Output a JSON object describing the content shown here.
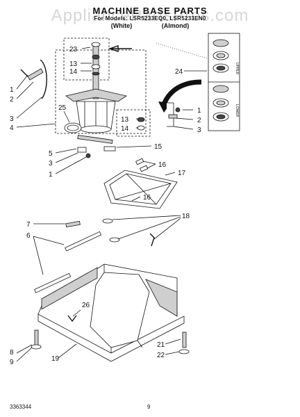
{
  "watermark": "AppliancePartsPros.com",
  "header": {
    "title": "MACHINE BASE PARTS",
    "models": "For Models: LSR5233EQ0, LSR5233EN0",
    "colors": "(White) (Almond)"
  },
  "footer": {
    "doc_number": "3363344",
    "page_number": "9"
  },
  "inset": {
    "label_top": "UPPER",
    "label_bottom": "LOWER"
  },
  "callouts": [
    "1",
    "2",
    "3",
    "4",
    "5",
    "6",
    "7",
    "8",
    "9",
    "13",
    "14",
    "15",
    "16",
    "17",
    "18",
    "19",
    "21",
    "22",
    "23",
    "24",
    "25",
    "26"
  ]
}
